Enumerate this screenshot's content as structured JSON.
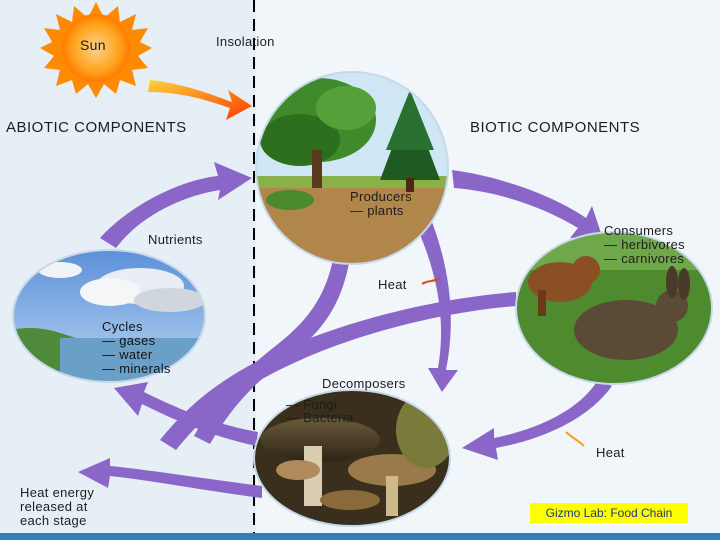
{
  "labels": {
    "sun": "Sun",
    "insolation": "Insolation",
    "abiotic": "ABIOTIC COMPONENTS",
    "biotic": "BIOTIC COMPONENTS",
    "nutrients": "Nutrients",
    "producers": "Producers",
    "producers_sub": "— plants",
    "consumers": "Consumers",
    "consumers_sub1": "— herbivores",
    "consumers_sub2": "— carnivores",
    "heat_top": "Heat",
    "heat_right": "Heat",
    "cycles": "Cycles",
    "cycles_sub1": "— gases",
    "cycles_sub2": "— water",
    "cycles_sub3": "— minerals",
    "decomposers": "Decomposers",
    "decomposers_sub1": "— Fungi",
    "decomposers_sub2": "— Bacteria",
    "heat_energy_line1": "Heat energy",
    "heat_energy_line2": "released at",
    "heat_energy_line3": "each stage"
  },
  "caption": "Gizmo Lab: Food Chain",
  "colors": {
    "arrow": "#8a66c8",
    "sun": "#ff8a00",
    "insolation_arrow": "#ff6a00",
    "divider": "#000000",
    "caption_bg": "#ffff00",
    "caption_text": "#1a3b7a"
  }
}
